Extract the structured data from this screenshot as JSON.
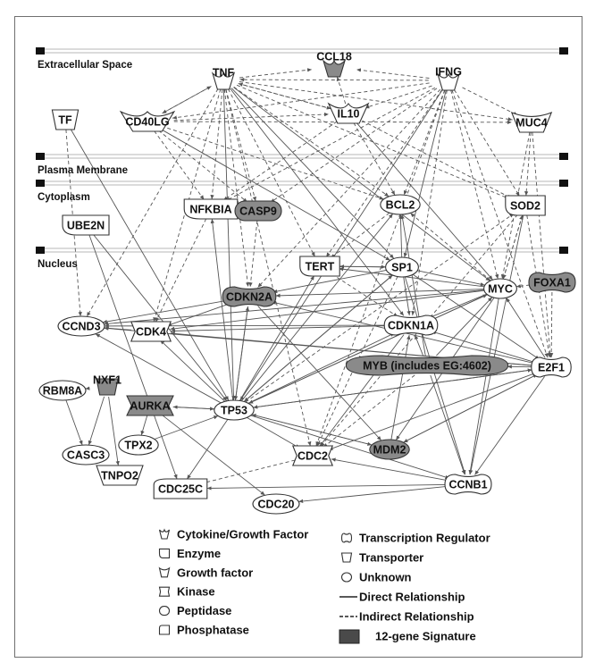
{
  "compartments": [
    {
      "id": "extracellular",
      "label": "Extracellular Space"
    },
    {
      "id": "membrane",
      "label": "Plasma Membrane"
    },
    {
      "id": "cytoplasm",
      "label": "Cytoplasm"
    },
    {
      "id": "nucleus",
      "label": "Nucleus"
    }
  ],
  "nodes": [
    {
      "id": "TNF",
      "label": "TNF",
      "type": "cytokine",
      "signature": false
    },
    {
      "id": "CCL18",
      "label": "CCL18",
      "type": "cytokine",
      "signature": true
    },
    {
      "id": "IFNG",
      "label": "IFNG",
      "type": "cytokine",
      "signature": false
    },
    {
      "id": "TF",
      "label": "TF",
      "type": "transporter",
      "signature": false
    },
    {
      "id": "CD40LG",
      "label": "CD40LG",
      "type": "cytokine",
      "signature": false
    },
    {
      "id": "IL10",
      "label": "IL10",
      "type": "cytokine",
      "signature": false
    },
    {
      "id": "MUC4",
      "label": "MUC4",
      "type": "growth",
      "signature": false
    },
    {
      "id": "NFKBIA",
      "label": "NFKBIA",
      "type": "enzyme",
      "signature": false
    },
    {
      "id": "CASP9",
      "label": "CASP9",
      "type": "peptidase",
      "signature": true
    },
    {
      "id": "BCL2",
      "label": "BCL2",
      "type": "unknown",
      "signature": false
    },
    {
      "id": "SOD2",
      "label": "SOD2",
      "type": "enzyme",
      "signature": false
    },
    {
      "id": "UBE2N",
      "label": "UBE2N",
      "type": "enzyme",
      "signature": false
    },
    {
      "id": "TERT",
      "label": "TERT",
      "type": "enzyme",
      "signature": false
    },
    {
      "id": "SP1",
      "label": "SP1",
      "type": "unknown",
      "signature": false
    },
    {
      "id": "MYC",
      "label": "MYC",
      "type": "unknown",
      "signature": false
    },
    {
      "id": "FOXA1",
      "label": "FOXA1",
      "type": "tr",
      "signature": true
    },
    {
      "id": "CDKN2A",
      "label": "CDKN2A",
      "type": "tr",
      "signature": true
    },
    {
      "id": "CCND3",
      "label": "CCND3",
      "type": "unknown",
      "signature": false
    },
    {
      "id": "CDK4",
      "label": "CDK4",
      "type": "kinase",
      "signature": false
    },
    {
      "id": "CDKN1A",
      "label": "CDKN1A",
      "type": "tr",
      "signature": false
    },
    {
      "id": "MYB",
      "label": "MYB (includes EG:4602)",
      "type": "tr",
      "signature": true
    },
    {
      "id": "E2F1",
      "label": "E2F1",
      "type": "tr",
      "signature": false
    },
    {
      "id": "RBM8A",
      "label": "RBM8A",
      "type": "unknown",
      "signature": false
    },
    {
      "id": "NXF1",
      "label": "NXF1",
      "type": "transporter",
      "signature": true
    },
    {
      "id": "AURKA",
      "label": "AURKA",
      "type": "kinase",
      "signature": true
    },
    {
      "id": "TP53",
      "label": "TP53",
      "type": "unknown",
      "signature": false
    },
    {
      "id": "TPX2",
      "label": "TPX2",
      "type": "unknown",
      "signature": false
    },
    {
      "id": "CDC2",
      "label": "CDC2",
      "type": "kinase",
      "signature": false
    },
    {
      "id": "MDM2",
      "label": "MDM2",
      "type": "unknown",
      "signature": true
    },
    {
      "id": "CASC3",
      "label": "CASC3",
      "type": "unknown",
      "signature": false
    },
    {
      "id": "TNPO2",
      "label": "TNPO2",
      "type": "transporter",
      "signature": false
    },
    {
      "id": "CDC25C",
      "label": "CDC25C",
      "type": "phosphatase",
      "signature": false
    },
    {
      "id": "CDC20",
      "label": "CDC20",
      "type": "unknown",
      "signature": false
    },
    {
      "id": "CCNB1",
      "label": "CCNB1",
      "type": "tr",
      "signature": false
    }
  ],
  "edges": [
    [
      "TNF",
      "CCL18",
      "d"
    ],
    [
      "TNF",
      "IL10",
      "d"
    ],
    [
      "TNF",
      "CD40LG",
      "d"
    ],
    [
      "TNF",
      "NFKBIA",
      "d"
    ],
    [
      "TNF",
      "CASP9",
      "d"
    ],
    [
      "TNF",
      "BCL2",
      "d"
    ],
    [
      "TNF",
      "SOD2",
      "d"
    ],
    [
      "TNF",
      "MUC4",
      "d"
    ],
    [
      "TNF",
      "TERT",
      "d"
    ],
    [
      "TNF",
      "CDKN2A",
      "d"
    ],
    [
      "TNF",
      "CDK4",
      "d"
    ],
    [
      "TNF",
      "SP1",
      "s"
    ],
    [
      "TNF",
      "MYC",
      "s"
    ],
    [
      "TNF",
      "CDKN1A",
      "s"
    ],
    [
      "TNF",
      "TP53",
      "s"
    ],
    [
      "TNF",
      "CDC2",
      "d"
    ],
    [
      "TNF",
      "CCND3",
      "d"
    ],
    [
      "IFNG",
      "TNF",
      "d"
    ],
    [
      "IFNG",
      "CCL18",
      "d"
    ],
    [
      "IFNG",
      "IL10",
      "d"
    ],
    [
      "IFNG",
      "MUC4",
      "d"
    ],
    [
      "IFNG",
      "CD40LG",
      "d"
    ],
    [
      "IFNG",
      "NFKBIA",
      "d"
    ],
    [
      "IFNG",
      "CASP9",
      "d"
    ],
    [
      "IFNG",
      "BCL2",
      "d"
    ],
    [
      "IFNG",
      "SOD2",
      "d"
    ],
    [
      "IFNG",
      "TERT",
      "d"
    ],
    [
      "IFNG",
      "CDKN1A",
      "d"
    ],
    [
      "IFNG",
      "MYC",
      "d"
    ],
    [
      "IFNG",
      "CDKN2A",
      "d"
    ],
    [
      "IFNG",
      "E2F1",
      "d"
    ],
    [
      "IFNG",
      "SP1",
      "s"
    ],
    [
      "IFNG",
      "TP53",
      "s"
    ],
    [
      "IFNG",
      "CDC2",
      "d"
    ],
    [
      "IL10",
      "TNF",
      "d"
    ],
    [
      "IL10",
      "BCL2",
      "d"
    ],
    [
      "IL10",
      "NFKBIA",
      "d"
    ],
    [
      "IL10",
      "SOD2",
      "d"
    ],
    [
      "IL10",
      "MYC",
      "s"
    ],
    [
      "IL10",
      "CCL18",
      "d"
    ],
    [
      "CD40LG",
      "IL10",
      "d"
    ],
    [
      "CD40LG",
      "NFKBIA",
      "d"
    ],
    [
      "CD40LG",
      "CASP9",
      "d"
    ],
    [
      "CD40LG",
      "BCL2",
      "d"
    ],
    [
      "CD40LG",
      "TNF",
      "d"
    ],
    [
      "CD40LG",
      "SP1",
      "s"
    ],
    [
      "CD40LG",
      "MUC4",
      "d"
    ],
    [
      "TF",
      "CCND3",
      "d"
    ],
    [
      "TF",
      "TP53",
      "s"
    ],
    [
      "MUC4",
      "SOD2",
      "d"
    ],
    [
      "MUC4",
      "E2F1",
      "d"
    ],
    [
      "MUC4",
      "MYC",
      "d"
    ],
    [
      "SP1",
      "BCL2",
      "s"
    ],
    [
      "SP1",
      "TERT",
      "s"
    ],
    [
      "SP1",
      "CDKN1A",
      "s"
    ],
    [
      "SP1",
      "CDKN2A",
      "s"
    ],
    [
      "SP1",
      "TP53",
      "s"
    ],
    [
      "SP1",
      "MYC",
      "s"
    ],
    [
      "SP1",
      "E2F1",
      "s"
    ],
    [
      "SP1",
      "CDC2",
      "d"
    ],
    [
      "SP1",
      "CCNB1",
      "s"
    ],
    [
      "MYC",
      "TERT",
      "s"
    ],
    [
      "MYC",
      "CDKN2A",
      "s"
    ],
    [
      "MYC",
      "CDKN1A",
      "s"
    ],
    [
      "MYC",
      "CDK4",
      "s"
    ],
    [
      "MYC",
      "TP53",
      "s"
    ],
    [
      "MYC",
      "CCND3",
      "s"
    ],
    [
      "MYC",
      "MDM2",
      "s"
    ],
    [
      "MYC",
      "CCNB1",
      "s"
    ],
    [
      "MYC",
      "SOD2",
      "d"
    ],
    [
      "MYC",
      "BCL2",
      "d"
    ],
    [
      "TP53",
      "CDKN1A",
      "s"
    ],
    [
      "TP53",
      "MDM2",
      "s"
    ],
    [
      "TP53",
      "BCL2",
      "s"
    ],
    [
      "TP53",
      "CDKN2A",
      "s"
    ],
    [
      "TP53",
      "CDK4",
      "s"
    ],
    [
      "TP53",
      "CCND3",
      "s"
    ],
    [
      "TP53",
      "CDC2",
      "s"
    ],
    [
      "TP53",
      "CDC25C",
      "s"
    ],
    [
      "TP53",
      "MYC",
      "s"
    ],
    [
      "TP53",
      "E2F1",
      "s"
    ],
    [
      "TP53",
      "AURKA",
      "s"
    ],
    [
      "TP53",
      "TERT",
      "s"
    ],
    [
      "TP53",
      "CCNB1",
      "s"
    ],
    [
      "TP53",
      "NFKBIA",
      "s"
    ],
    [
      "TP53",
      "SP1",
      "s"
    ],
    [
      "TP53",
      "SOD2",
      "d"
    ],
    [
      "E2F1",
      "TP53",
      "s"
    ],
    [
      "E2F1",
      "CDKN2A",
      "s"
    ],
    [
      "E2F1",
      "CDKN1A",
      "s"
    ],
    [
      "E2F1",
      "MYC",
      "s"
    ],
    [
      "E2F1",
      "CDC2",
      "s"
    ],
    [
      "E2F1",
      "CCNB1",
      "s"
    ],
    [
      "E2F1",
      "MDM2",
      "s"
    ],
    [
      "E2F1",
      "CDK4",
      "s"
    ],
    [
      "E2F1",
      "CCND3",
      "s"
    ],
    [
      "E2F1",
      "MYB",
      "s"
    ],
    [
      "MDM2",
      "TP53",
      "s"
    ],
    [
      "MDM2",
      "CDKN1A",
      "s"
    ],
    [
      "MDM2",
      "E2F1",
      "s"
    ],
    [
      "MYB",
      "CDKN1A",
      "s"
    ],
    [
      "MYB",
      "MYC",
      "s"
    ],
    [
      "MYB",
      "CCNB1",
      "s"
    ],
    [
      "MYB",
      "BCL2",
      "s"
    ],
    [
      "MYB",
      "CDC2",
      "d"
    ],
    [
      "CDKN2A",
      "CDK4",
      "s"
    ],
    [
      "CDKN2A",
      "MDM2",
      "s"
    ],
    [
      "CDKN2A",
      "TP53",
      "s"
    ],
    [
      "CDKN2A",
      "CCND3",
      "s"
    ],
    [
      "CDKN1A",
      "CDK4",
      "s"
    ],
    [
      "CDKN1A",
      "CDC2",
      "s"
    ],
    [
      "CDKN1A",
      "CCND3",
      "s"
    ],
    [
      "CDK4",
      "CCND3",
      "s"
    ],
    [
      "CCNB1",
      "CDC2",
      "s"
    ],
    [
      "CCNB1",
      "CDC20",
      "s"
    ],
    [
      "CCNB1",
      "CDC25C",
      "s"
    ],
    [
      "CDC2",
      "CDC25C",
      "d"
    ],
    [
      "AURKA",
      "TPX2",
      "s"
    ],
    [
      "AURKA",
      "CDC20",
      "s"
    ],
    [
      "AURKA",
      "TP53",
      "s"
    ],
    [
      "TPX2",
      "TP53",
      "s"
    ],
    [
      "NXF1",
      "RBM8A",
      "s"
    ],
    [
      "NXF1",
      "CASC3",
      "s"
    ],
    [
      "NXF1",
      "TNPO2",
      "s"
    ],
    [
      "RBM8A",
      "CASC3",
      "s"
    ],
    [
      "UBE2N",
      "TP53",
      "s"
    ],
    [
      "UBE2N",
      "CDC25C",
      "s"
    ],
    [
      "FOXA1",
      "E2F1",
      "d"
    ],
    [
      "FOXA1",
      "MYC",
      "d"
    ],
    [
      "TERT",
      "CDKN1A",
      "d"
    ],
    [
      "TERT",
      "SP1",
      "s"
    ],
    [
      "BCL2",
      "TERT",
      "d"
    ],
    [
      "NFKBIA",
      "CDK4",
      "d"
    ],
    [
      "CASP9",
      "CDKN2A",
      "d"
    ],
    [
      "SOD2",
      "MYC",
      "d"
    ],
    [
      "SOD2",
      "CCNB1",
      "s"
    ],
    [
      "SOD2",
      "E2F1",
      "d"
    ],
    [
      "SOD2",
      "CDC2",
      "d"
    ]
  ],
  "legend": [
    {
      "key": "cytokine",
      "label": "Cytokine/Growth Factor"
    },
    {
      "key": "enzyme",
      "label": "Enzyme"
    },
    {
      "key": "growth",
      "label": "Growth factor"
    },
    {
      "key": "kinase",
      "label": "Kinase"
    },
    {
      "key": "peptidase",
      "label": "Peptidase"
    },
    {
      "key": "phosphatase",
      "label": "Phosphatase"
    },
    {
      "key": "tr",
      "label": "Transcription Regulator"
    },
    {
      "key": "transporter",
      "label": "Transporter"
    },
    {
      "key": "unknown",
      "label": "Unknown"
    },
    {
      "key": "direct",
      "label": "Direct Relationship"
    },
    {
      "key": "indirect",
      "label": "Indirect Relationship"
    },
    {
      "key": "signature",
      "label": "12-gene Signature"
    }
  ],
  "colors": {
    "signature": "#8a8a8a",
    "plain": "#ffffff",
    "edge": "#555555",
    "stroke": "#333333"
  }
}
